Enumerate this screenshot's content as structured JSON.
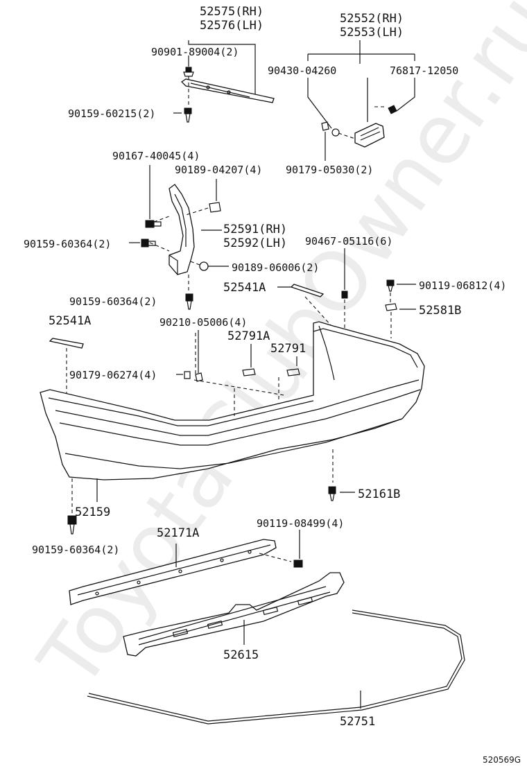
{
  "watermark": "ToyotaClubOwner.ru",
  "figure_code": "520569G",
  "labels": {
    "p52575": "52575(RH)",
    "p52576": "52576(LH)",
    "p90901": "90901-89004(2)",
    "p90159a": "90159-60215(2)",
    "p52552": "52552(RH)",
    "p52553": "52553(LH)",
    "p90430": "90430-04260",
    "p76817": "76817-12050",
    "p90179a": "90179-05030(2)",
    "p90167": "90167-40045(4)",
    "p90189a": "90189-04207(4)",
    "p52591": "52591(RH)",
    "p52592": "52592(LH)",
    "p90159b": "90159-60364(2)",
    "p90189b": "90189-06006(2)",
    "p90467": "90467-05116(6)",
    "p90159c": "90159-60364(2)",
    "p52541a_r": "52541A",
    "p90119a": "90119-06812(4)",
    "p52581b": "52581B",
    "p52541a_l": "52541A",
    "p90210": "90210-05006(4)",
    "p52791a": "52791A",
    "p52791": "52791",
    "p90179b": "90179-06274(4)",
    "p52161b": "52161B",
    "p52159": "52159",
    "p90159d": "90159-60364(2)",
    "p52171a": "52171A",
    "p90119b": "90119-08499(4)",
    "p52615": "52615",
    "p52751": "52751"
  }
}
